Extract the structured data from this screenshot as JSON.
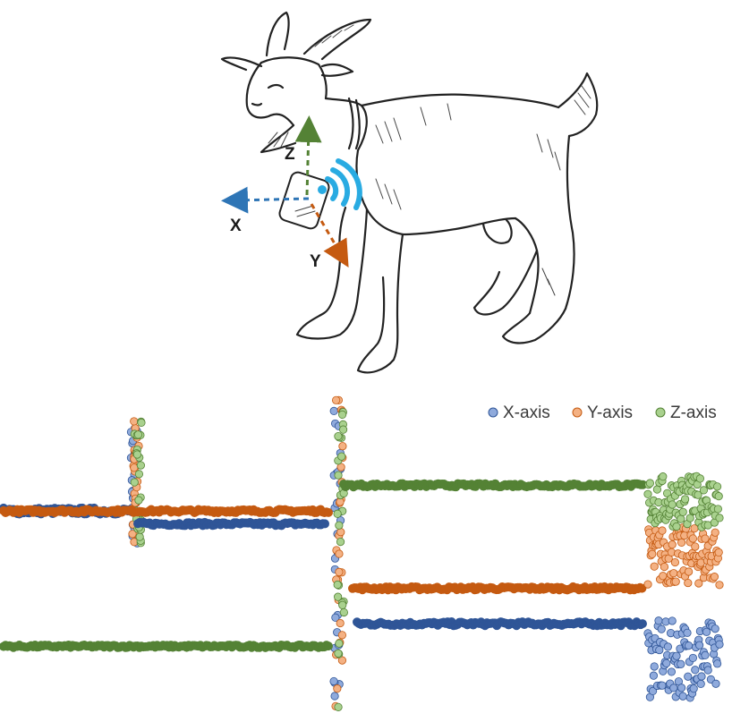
{
  "figure": {
    "sensor_axes": [
      {
        "label": "X",
        "color": "#2e75b6"
      },
      {
        "label": "Y",
        "color": "#c55a11"
      },
      {
        "label": "Z",
        "color": "#548235"
      }
    ],
    "wifi_color": "#29abe2"
  },
  "chart_data": {
    "type": "scatter",
    "title": "",
    "xlabel": "",
    "ylabel": "",
    "grid": false,
    "legend_position": "top-right",
    "xlim": [
      0,
      800
    ],
    "ylim": [
      0,
      100
    ],
    "series": [
      {
        "name": "X-axis",
        "color": "#2f5597",
        "marker_fill": "#8faadc",
        "segments": [
          {
            "x": [
              0,
              145
            ],
            "y": 63,
            "spread": 1
          },
          {
            "x": [
              150,
              360
            ],
            "y": 59,
            "spread": 0.5
          },
          {
            "x": [
              395,
              715
            ],
            "y": 28,
            "spread": 0.6
          },
          {
            "x": [
              720,
              800
            ],
            "y": 17,
            "spread": 12
          }
        ]
      },
      {
        "name": "Y-axis",
        "color": "#c55a11",
        "marker_fill": "#f4b183",
        "segments": [
          {
            "x": [
              0,
              365
            ],
            "y": 63,
            "spread": 0.5
          },
          {
            "x": [
              390,
              715
            ],
            "y": 39,
            "spread": 0.5
          },
          {
            "x": [
              720,
              800
            ],
            "y": 49,
            "spread": 9
          }
        ]
      },
      {
        "name": "Z-axis",
        "color": "#548235",
        "marker_fill": "#a9d18e",
        "segments": [
          {
            "x": [
              0,
              365
            ],
            "y": 21,
            "spread": 0.4
          },
          {
            "x": [
              380,
              715
            ],
            "y": 71,
            "spread": 0.5
          },
          {
            "x": [
              720,
              800
            ],
            "y": 66,
            "spread": 8
          }
        ]
      }
    ],
    "events": [
      {
        "x": 148,
        "extent": [
          53,
          91
        ]
      },
      {
        "x": 375,
        "extent": [
          2,
          98
        ]
      }
    ]
  }
}
